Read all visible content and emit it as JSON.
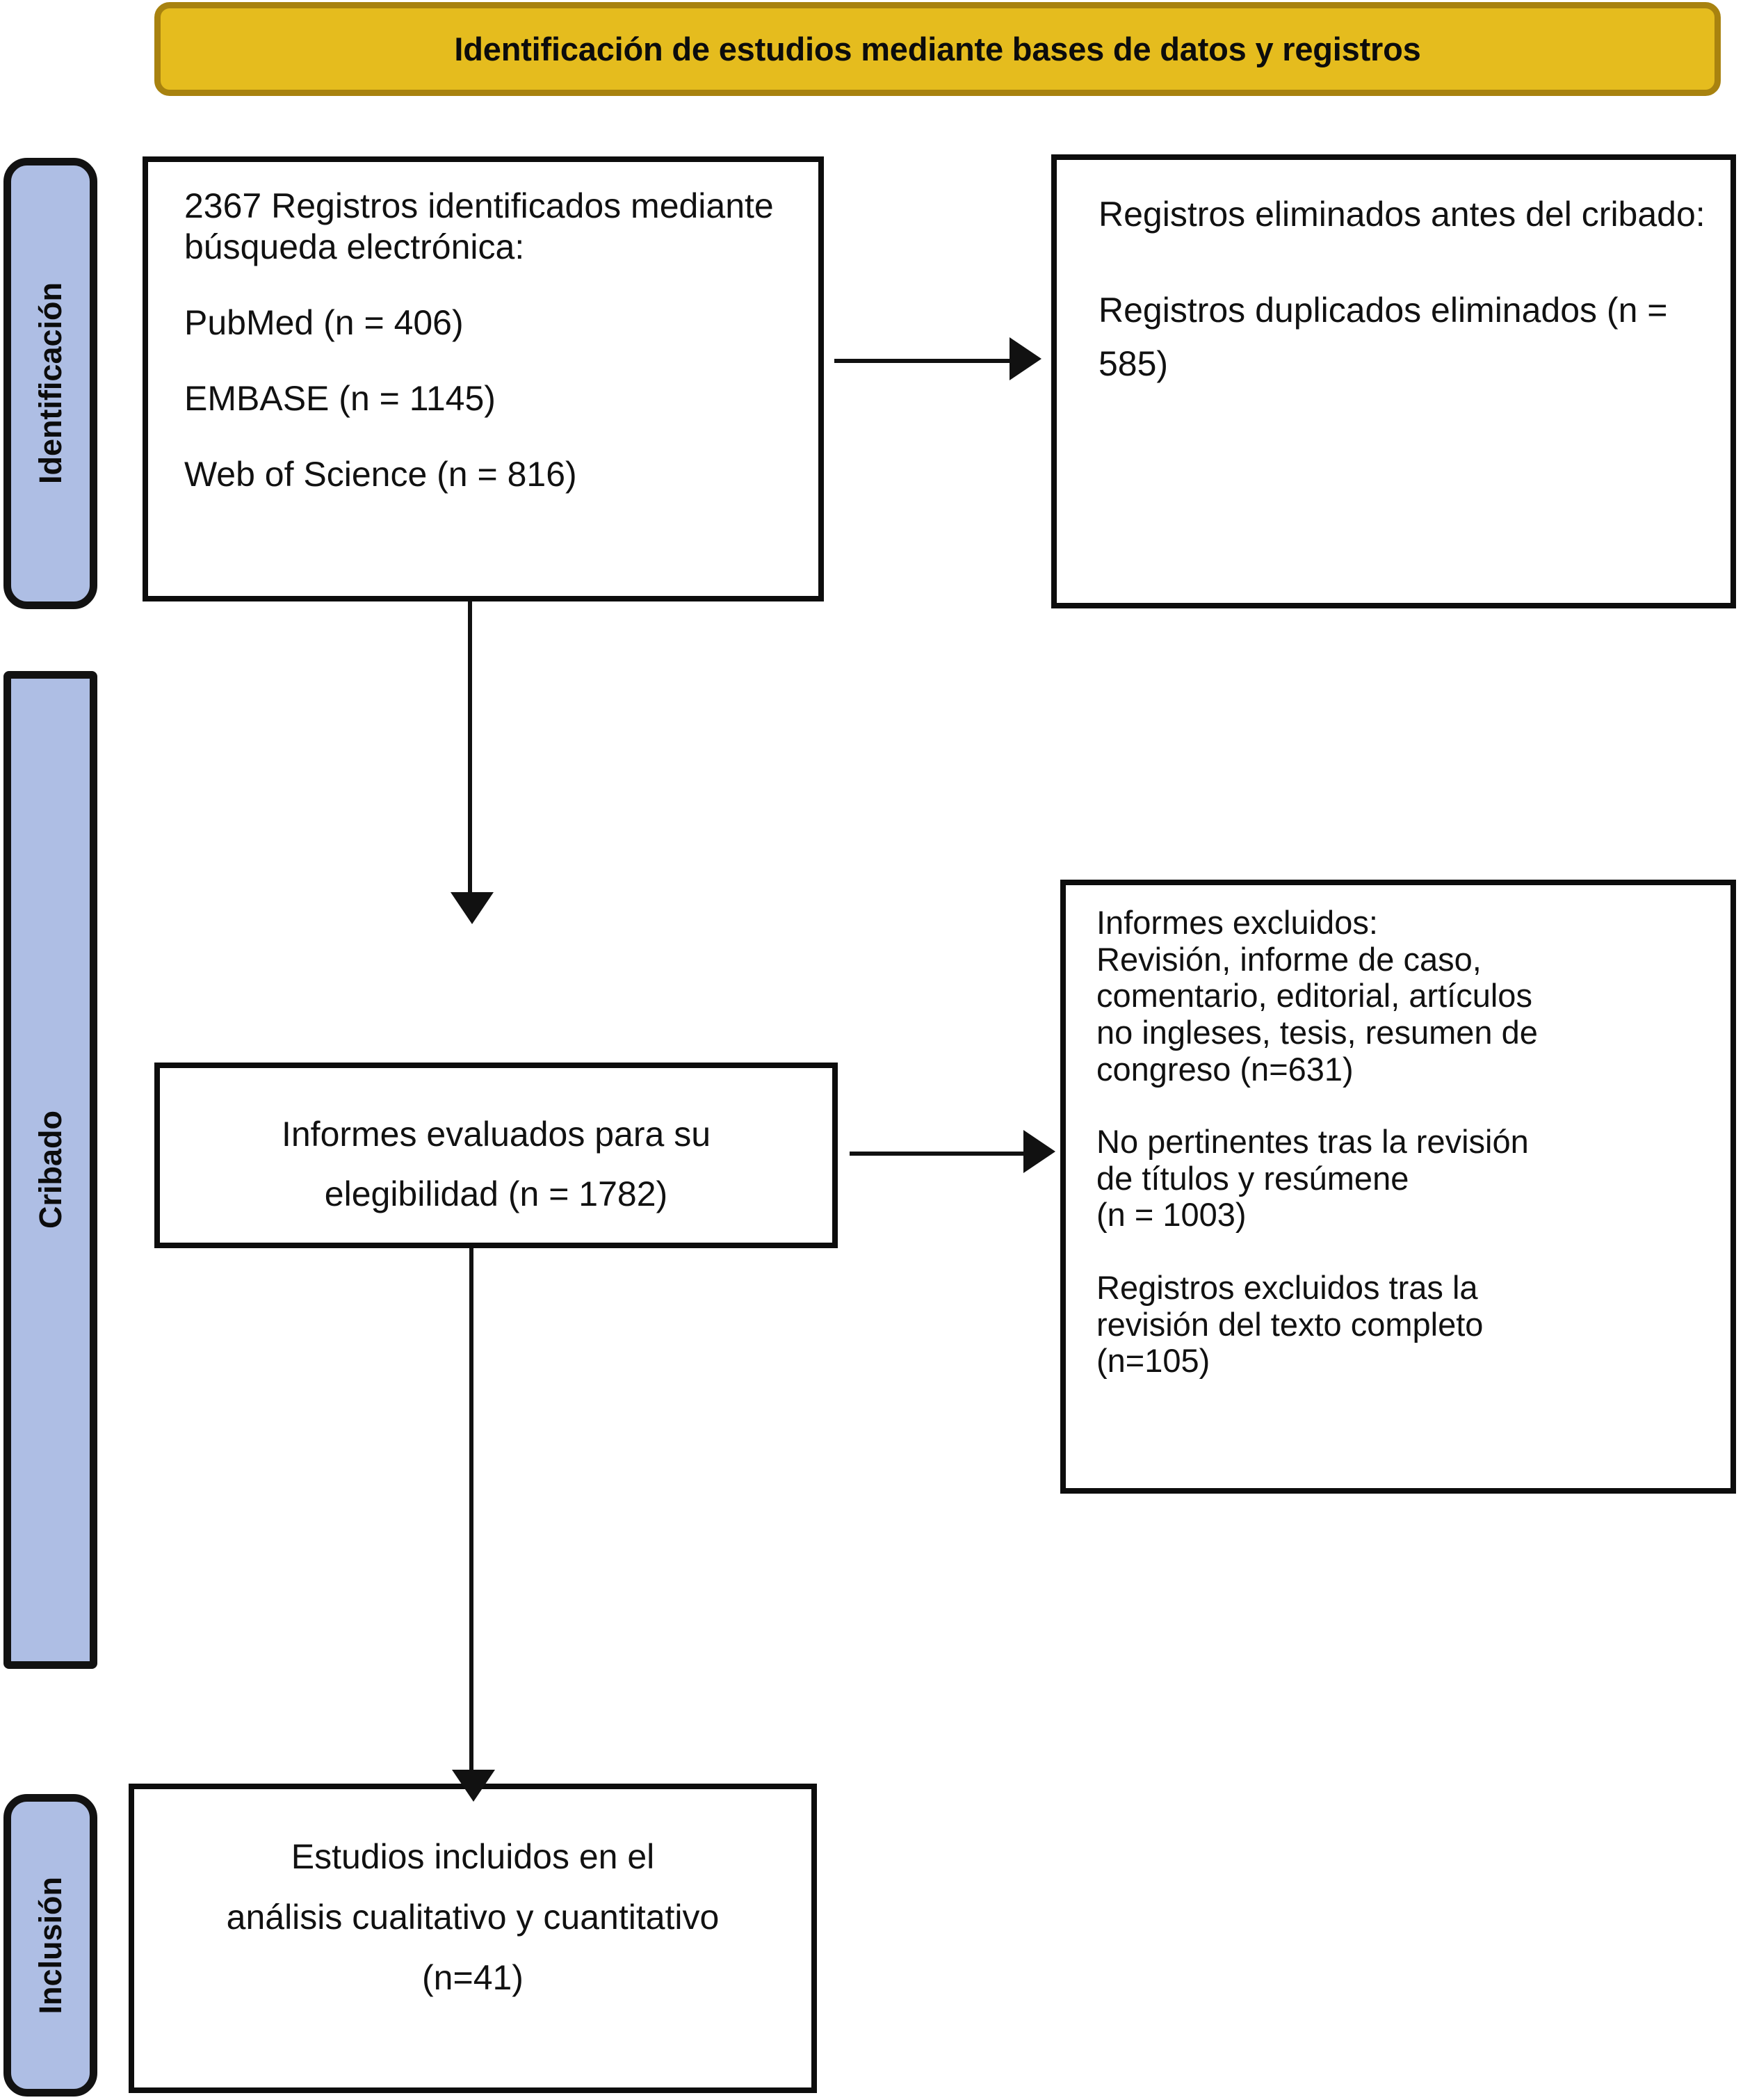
{
  "title": {
    "text": "Identificación de estudios mediante bases de datos y registros",
    "fill_color": "#E5BC1E",
    "border_color": "#A8820F"
  },
  "stages": [
    {
      "id": "identificacion",
      "label": "Identificación",
      "fill_color": "#AEBEE4"
    },
    {
      "id": "cribado",
      "label": "Cribado",
      "fill_color": "#AEBEE4"
    },
    {
      "id": "inclusion",
      "label": "Inclusión",
      "fill_color": "#AEBEE4"
    }
  ],
  "boxes": {
    "identified": {
      "lines": [
        "2367 Registros identificados mediante búsqueda electrónica:",
        "PubMed (n = 406)",
        "EMBASE (n = 1145)",
        "Web of Science (n = 816)"
      ]
    },
    "removed": {
      "lines": [
        "Registros eliminados antes del cribado:",
        "Registros duplicados eliminados (n = 585)"
      ]
    },
    "screened": {
      "line1": "Informes evaluados para su",
      "line2": "elegibilidad (n = 1782)"
    },
    "excluded": {
      "block1": "Informes excluidos:\nRevisión, informe de caso,\ncomentario, editorial, artículos\nno ingleses, tesis, resumen de\ncongreso (n=631)",
      "block2": "No pertinentes tras la revisión\nde títulos y resúmene\n (n = 1003)",
      "block3": "Registros excluidos tras la\nrevisión del texto completo\n(n=105)"
    },
    "included": {
      "line1": "Estudios incluidos en el",
      "line2": "análisis cualitativo y cuantitativo",
      "line3": "(n=41)"
    }
  },
  "chart_data": {
    "type": "table",
    "title": "Identificación de estudios mediante bases de datos y registros",
    "nodes": [
      {
        "id": "identified",
        "stage": "Identificación",
        "label": "Registros identificados mediante búsqueda electrónica",
        "n": 2367,
        "sources": [
          {
            "name": "PubMed",
            "n": 406
          },
          {
            "name": "EMBASE",
            "n": 1145
          },
          {
            "name": "Web of Science",
            "n": 816
          }
        ]
      },
      {
        "id": "removed",
        "stage": "Identificación",
        "label": "Registros duplicados eliminados antes del cribado",
        "n": 585
      },
      {
        "id": "screened",
        "stage": "Cribado",
        "label": "Informes evaluados para su elegibilidad",
        "n": 1782
      },
      {
        "id": "excluded",
        "stage": "Cribado",
        "label": "Informes excluidos",
        "reasons": [
          {
            "name": "Revisión, informe de caso, comentario, editorial, artículos no ingleses, tesis, resumen de congreso",
            "n": 631
          },
          {
            "name": "No pertinentes tras la revisión de títulos y resúmene",
            "n": 1003
          },
          {
            "name": "Registros excluidos tras la revisión del texto completo",
            "n": 105
          }
        ]
      },
      {
        "id": "included",
        "stage": "Inclusión",
        "label": "Estudios incluidos en el análisis cualitativo y cuantitativo",
        "n": 41
      }
    ],
    "edges": [
      {
        "from": "identified",
        "to": "removed",
        "direction": "right"
      },
      {
        "from": "identified",
        "to": "screened",
        "direction": "down"
      },
      {
        "from": "screened",
        "to": "excluded",
        "direction": "right"
      },
      {
        "from": "screened",
        "to": "included",
        "direction": "down"
      }
    ]
  }
}
